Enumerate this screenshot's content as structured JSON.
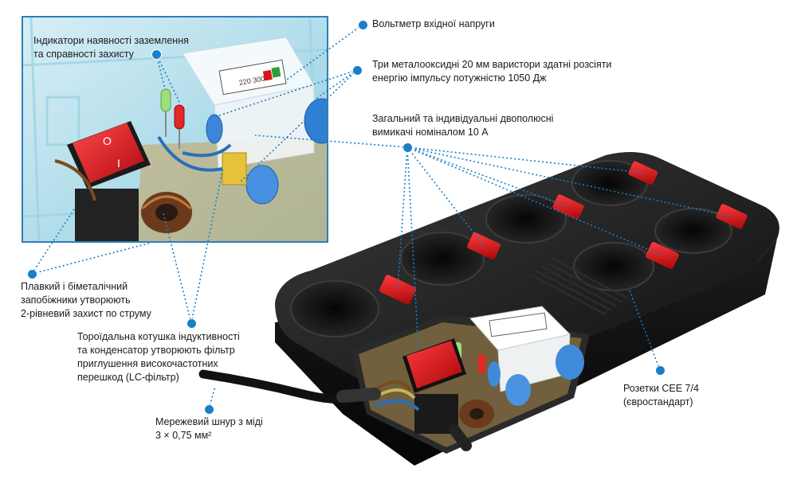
{
  "labels": {
    "voltmeter": "Вольтметр вхідної напруги",
    "indicators": "Індикатори наявності заземлення\nта справності захисту",
    "varistors": "Три металооксидні 20 мм варистори здатні розсіяти\nенергію імпульсу потужністю 1050 Дж",
    "switches": "Загальний та індивідуальні двополюсні\nвимикачі номіналом 10 А",
    "fuses": "Плавкий і біметалічний\nзапобіжники утворюють\n2-рівневий захист по струму",
    "lc_filter": "Тороїдальна котушка індуктивності\nта конденсатор утворюють фільтр\nприглушення високочастотних\nперешкод (LC-фільтр)",
    "cord": "Мережевий шнур з міді\n3 × 0,75 мм²",
    "sockets": "Розетки CEE 7/4\n(євростандарт)"
  },
  "colors": {
    "accent": "#1a7fc8",
    "body": "#141414",
    "switch_red": "#d9151b"
  }
}
